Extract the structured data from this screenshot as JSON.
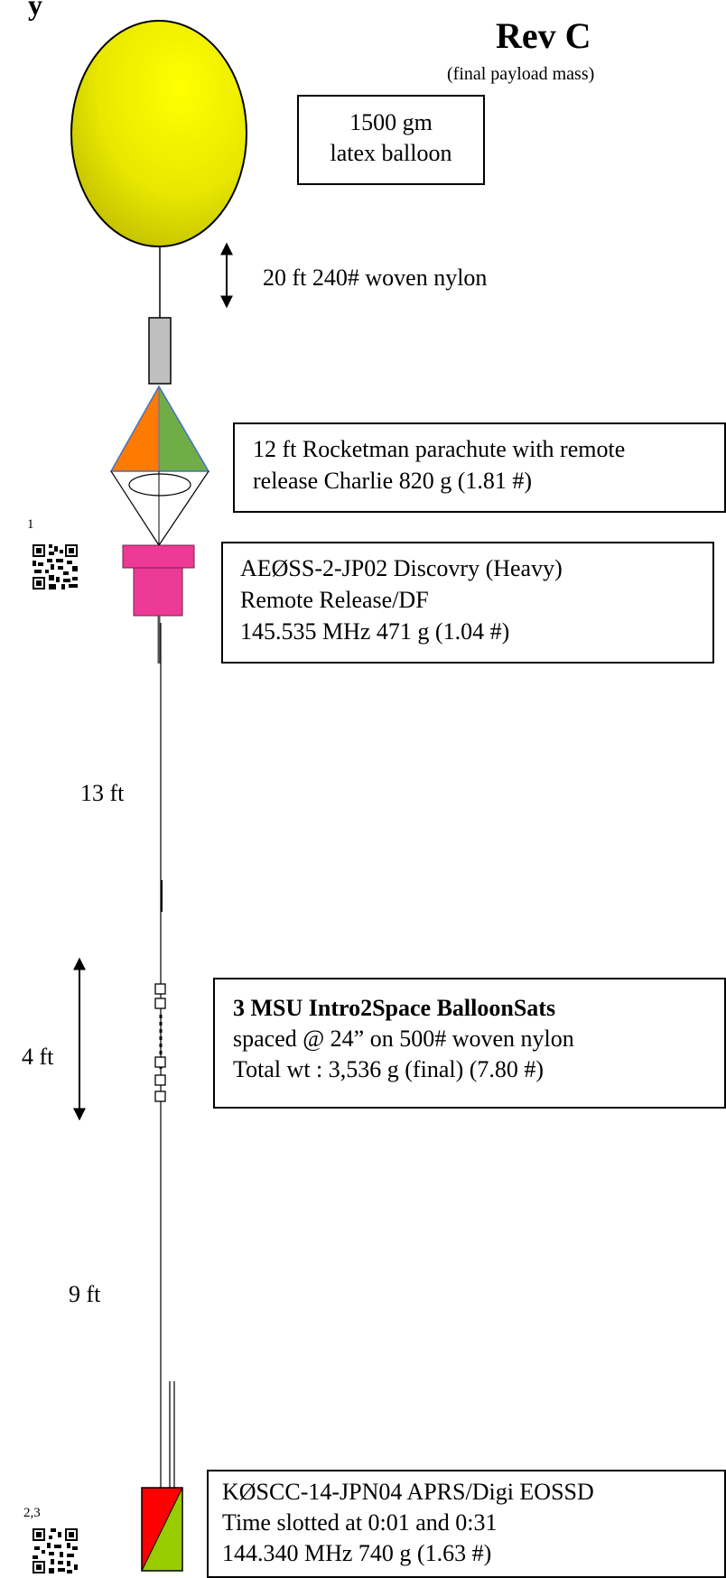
{
  "header": {
    "partial_title": "y",
    "revision": "Rev C",
    "revision_note": "(final payload mass)"
  },
  "balloon": {
    "label_lines": [
      "1500 gm",
      "latex balloon"
    ],
    "color": "#e8e800"
  },
  "tether_top": {
    "label": "20 ft 240# woven nylon"
  },
  "parachute": {
    "label_lines": [
      "12 ft Rocketman parachute with remote",
      "release Charlie    820 g (1.81 #)"
    ],
    "colors": {
      "left": "#ff7a00",
      "right": "#70ad47"
    }
  },
  "payload_1": {
    "ref": "1",
    "label_lines": [
      "AEØSS-2-JP02 Discovry (Heavy)",
      "Remote Release/DF",
      "145.535 MHz 471 g (1.04 #)"
    ],
    "color": "#ec3a96",
    "qr_icon": "qr-code-icon"
  },
  "segment_13ft": {
    "label": "13 ft"
  },
  "balloonsats": {
    "dimension_label": "4 ft",
    "title": "3 MSU Intro2Space BalloonSats",
    "lines": [
      "spaced @ 24” on 500# woven nylon",
      "Total wt : 3,536 g (final)  (7.80 #)"
    ]
  },
  "segment_9ft": {
    "label": "9 ft"
  },
  "payload_2": {
    "ref": "2,3",
    "label_lines": [
      "KØSCC-14-JPN04 APRS/Digi  EOSSD",
      "Time slotted at 0:01 and 0:31",
      "144.340 MHz   740 g (1.63 #)"
    ],
    "colors": {
      "left": "#ff0000",
      "right": "#99cc00"
    },
    "qr_icon": "qr-code-icon"
  }
}
